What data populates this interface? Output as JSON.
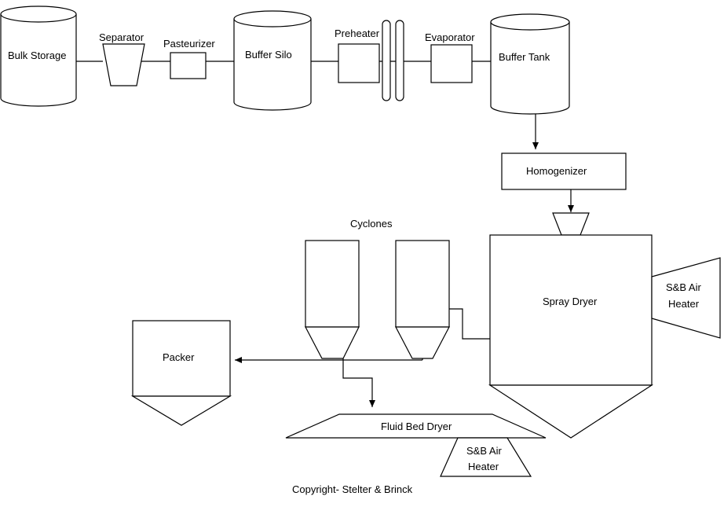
{
  "diagram": {
    "labels": {
      "bulk_storage": "Bulk Storage",
      "separator": "Separator",
      "pasteurizer": "Pasteurizer",
      "buffer_silo": "Buffer Silo",
      "preheater": "Preheater",
      "evaporator": "Evaporator",
      "buffer_tank": "Buffer Tank",
      "homogenizer": "Homogenizer",
      "cyclones": "Cyclones",
      "spray_dryer": "Spray Dryer",
      "sb_air_heater_right_line1": "S&B Air",
      "sb_air_heater_right_line2": "Heater",
      "packer": "Packer",
      "fluid_bed_dryer": "Fluid Bed Dryer",
      "sb_air_heater_bottom_line1": "S&B Air",
      "sb_air_heater_bottom_line2": "Heater",
      "copyright": "Copyright- Stelter & Brinck"
    },
    "colors": {
      "stroke": "#000000",
      "background": "#ffffff"
    }
  }
}
